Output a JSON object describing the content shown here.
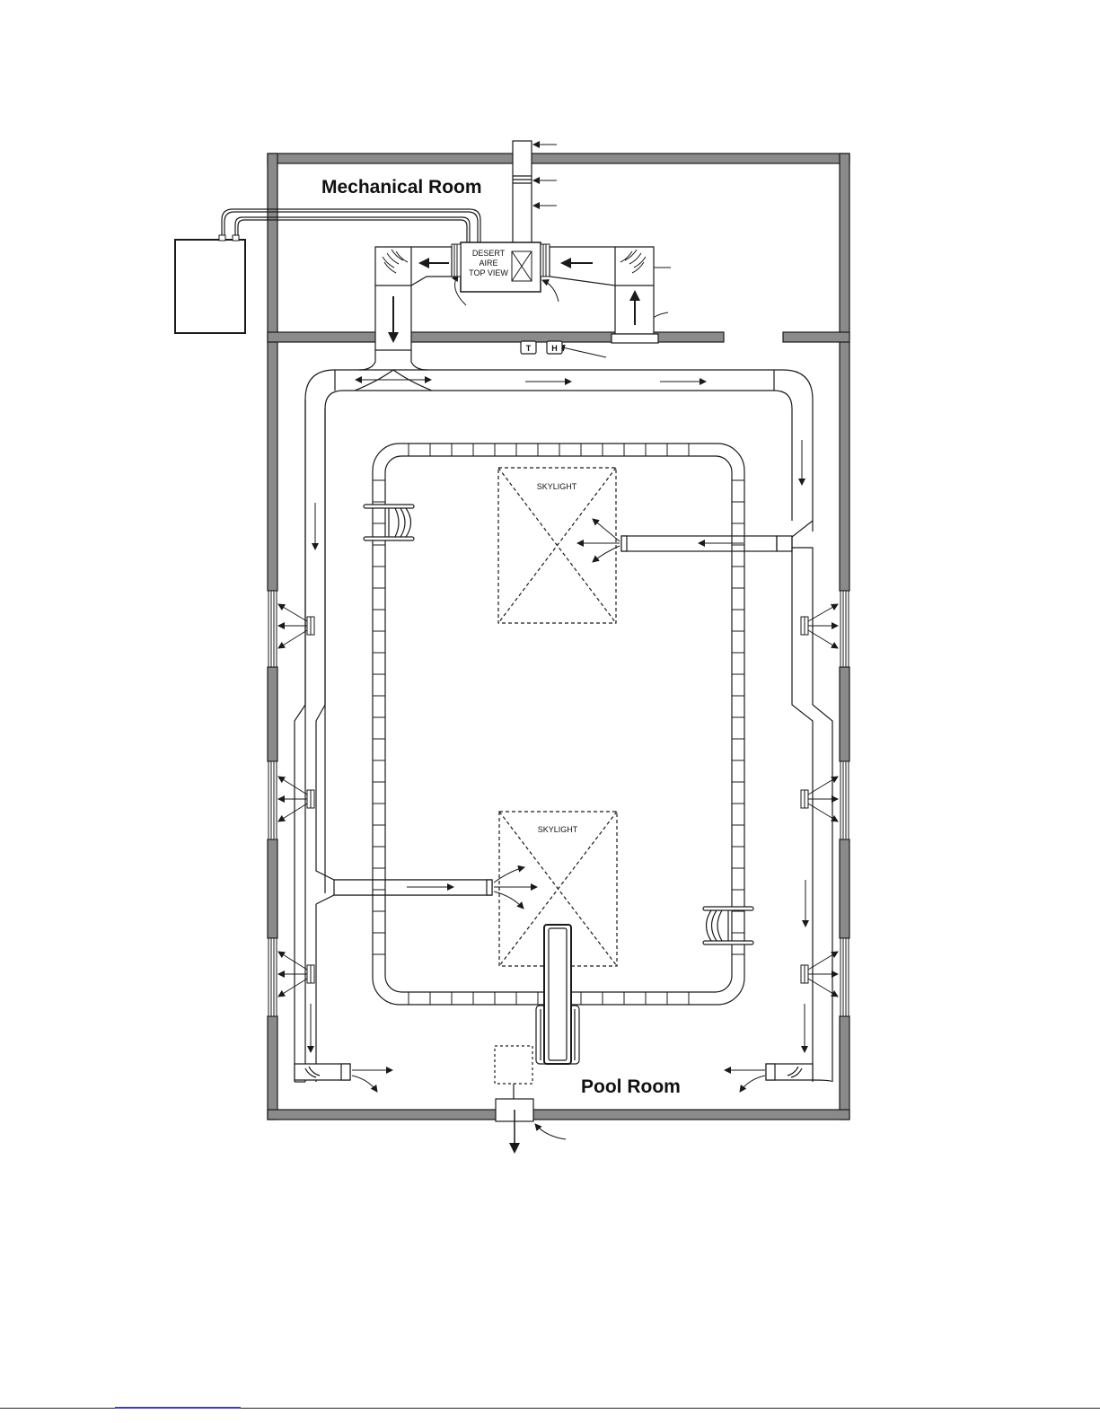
{
  "diagram": {
    "rooms": {
      "mechanical": "Mechanical Room",
      "pool": "Pool Room"
    },
    "unit": {
      "line1": "DESERT",
      "line2": "AIRE",
      "line3": "TOP VIEW"
    },
    "sensors": {
      "temperature": "T",
      "humidity": "H"
    },
    "skylights": {
      "upper": "SKYLIGHT",
      "lower": "SKYLIGHT"
    }
  },
  "colors": {
    "wall": "#8a8a8a",
    "wall_edge": "#1a1a1a",
    "line": "#1a1a1a",
    "window": "#e8e8e8",
    "footer_link": "#3a3ad8"
  }
}
